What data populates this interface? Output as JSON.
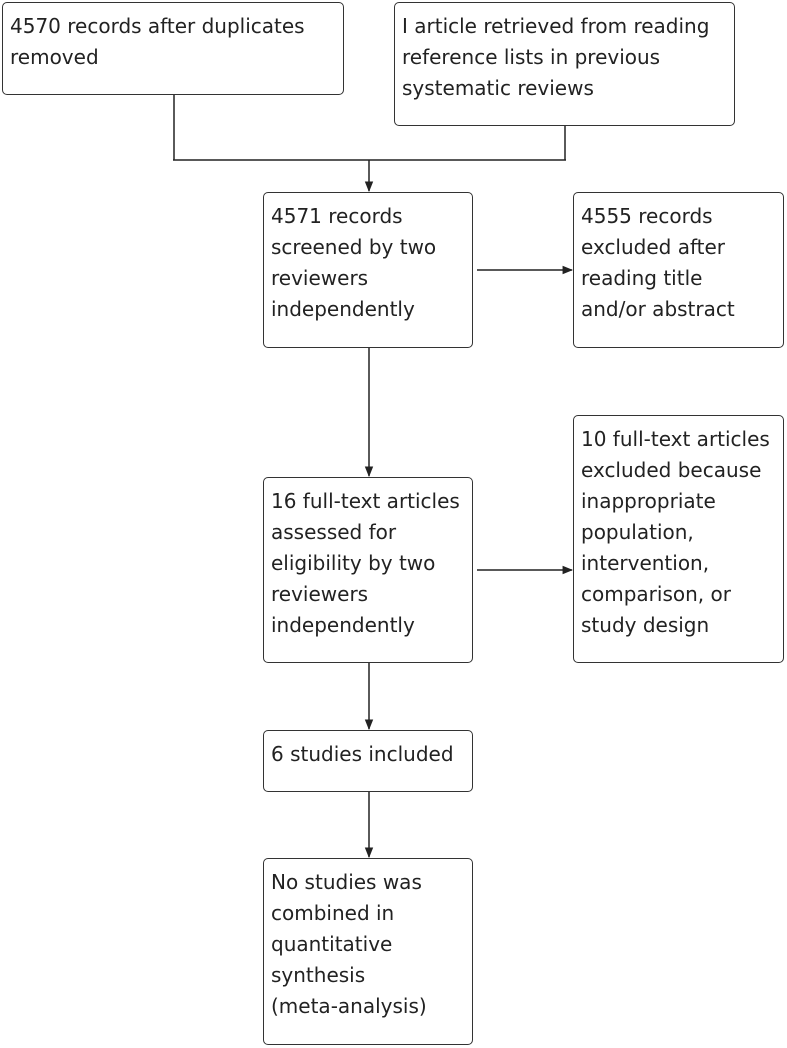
{
  "flowchart": {
    "records_after_duplicates": "4570 records after duplicates\nremoved",
    "reference_lists": "I article retrieved from reading\nreference lists in previous\nsystematic reviews",
    "records_screened": "4571 records\nscreened by two\nreviewers\nindependently",
    "excluded_title_abstract": "4555 records\nexcluded after\nreading title\nand/or abstract",
    "fulltext_assessed": "16 full-text articles\nassessed for\neligibility by two\nreviewers\nindependently",
    "excluded_fulltext": "10 full-text articles\nexcluded because\ninappropriate\npopulation,\nintervention,\ncomparison, or\nstudy design",
    "studies_included": "6 studies included",
    "quantitative_synthesis": "No studies was\ncombined in\nquantitative\nsynthesis\n(meta-analysis)"
  },
  "colors": {
    "border": "#333333",
    "text": "#222222",
    "background": "#ffffff"
  }
}
